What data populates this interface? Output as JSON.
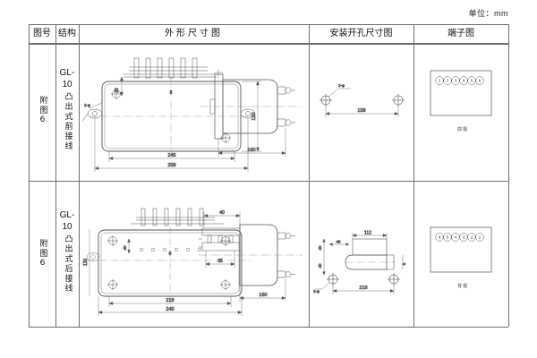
{
  "unit_note": "单位：mm",
  "table": {
    "headers": [
      {
        "key": "fig_no",
        "label": "图号"
      },
      {
        "key": "structure",
        "label": "结构"
      },
      {
        "key": "outline",
        "label": "外形尺寸图"
      },
      {
        "key": "panel_cutout",
        "label": "安装开孔尺寸图"
      },
      {
        "key": "terminal",
        "label": "端子图"
      }
    ],
    "rows": [
      {
        "fig_no": "附图6",
        "fig_no_chars": [
          "附",
          "图",
          "6"
        ],
        "model": "GL-10",
        "structure": "凸出式前接线",
        "outline": {
          "front_view": {
            "width_outer": "259",
            "width_inner": "245",
            "height": "120",
            "top_small": "20",
            "center_mark": "8",
            "hole_note": "2-φ",
            "terminal_count": 6
          },
          "side_view": {
            "depth": "160",
            "height": "120"
          }
        },
        "panel_cutout": {
          "hole_spacing": "159",
          "hole_note": "2-φ",
          "hole_count": 2,
          "style": "two-holes"
        },
        "terminal": {
          "numbers": [
            "1",
            "2",
            "3",
            "4",
            "5",
            "6"
          ],
          "caption": "前视"
        }
      },
      {
        "fig_no": "附图6",
        "fig_no_chars": [
          "附",
          "图",
          "6"
        ],
        "model": "GL-10",
        "structure": "凸出式后接线",
        "outline": {
          "front_view": {
            "width_outer": "245",
            "width_inner": "218",
            "height": "120",
            "top_small": "40",
            "center_mark": "8",
            "hole_note": "2-φ",
            "terminal_count": 6
          },
          "side_view": {
            "depth": "160",
            "flange": "40",
            "offset": "35"
          }
        },
        "panel_cutout": {
          "hole_spacing": "218",
          "slot_width": "112",
          "dim_top": "46",
          "dim_left": "40",
          "dim_right": "5",
          "hole_note": "2-φ",
          "hole_count": 2,
          "style": "slot-and-holes"
        },
        "terminal": {
          "numbers": [
            "6",
            "5",
            "4",
            "3",
            "2",
            "1"
          ],
          "caption": "背视"
        }
      }
    ]
  },
  "colors": {
    "rule": "#6f6f6f",
    "drawing": "#555555",
    "text": "#111111",
    "background": "#ffffff"
  }
}
